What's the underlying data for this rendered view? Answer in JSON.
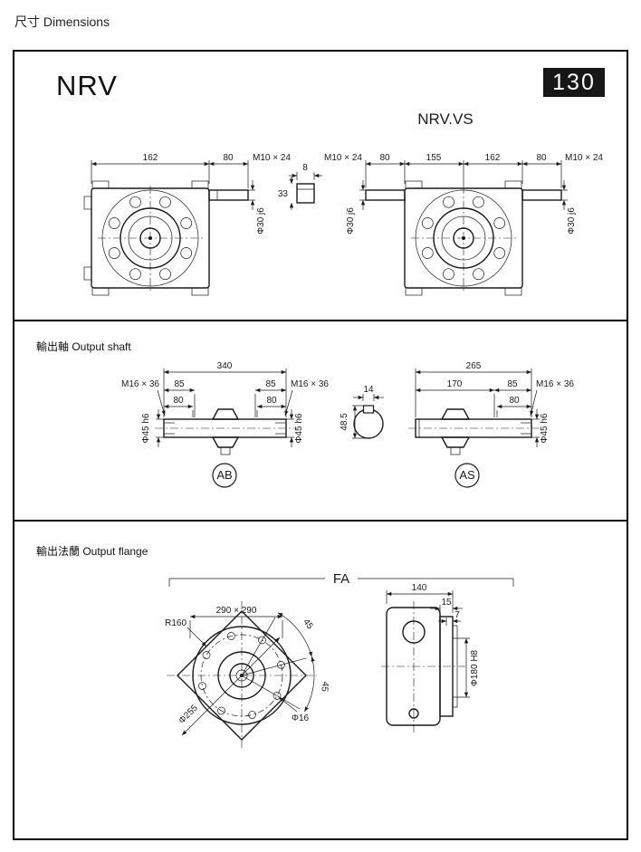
{
  "header": {
    "title": "尺寸 Dimensions",
    "model": "NRV",
    "size": "130",
    "variant": "NRV.VS"
  },
  "front_view": {
    "nrv": {
      "d162": "162",
      "d80": "80",
      "thread": "M10 × 24",
      "dia": "Φ30 j6"
    },
    "key": {
      "d8": "8",
      "d33": "33"
    },
    "nrv_vs": {
      "thread_left": "M10 × 24",
      "d80_left": "80",
      "d155": "155",
      "d162": "162",
      "d80_right": "80",
      "thread_right": "M10 × 24",
      "dia_left": "Φ30 j6",
      "dia_right": "Φ30 j6"
    }
  },
  "output_shaft": {
    "label": "輸出軸 Output shaft",
    "ab": {
      "d340": "340",
      "thread_left": "M16 × 36",
      "d85_left": "85",
      "d80_left": "80",
      "d85_right": "85",
      "d80_right": "80",
      "thread_right": "M16 × 36",
      "dia_left": "Φ45 h6",
      "dia_right": "Φ45 h6",
      "tag": "AB"
    },
    "key": {
      "d14": "14",
      "d485": "48.5"
    },
    "as": {
      "d265": "265",
      "d170": "170",
      "d85": "85",
      "d80": "80",
      "thread": "M16 × 36",
      "dia": "Φ45 h6",
      "tag": "AS"
    }
  },
  "output_flange": {
    "label": "輸出法蘭 Output flange",
    "fa": "FA",
    "front": {
      "square": "290 × 290",
      "radius": "R160",
      "angle1": "45",
      "angle2": "45",
      "bolt_circle": "Φ255",
      "hole": "Φ16"
    },
    "side": {
      "d140": "140",
      "d15": "15",
      "d7": "7",
      "bore": "Φ180 H8"
    }
  },
  "colors": {
    "badge_bg": "#171717",
    "line": "#1a1a1a"
  }
}
